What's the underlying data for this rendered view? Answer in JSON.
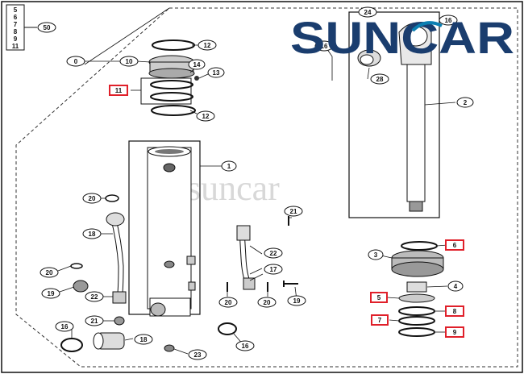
{
  "brand": {
    "logo_text": "SUNCAR",
    "logo_colors": {
      "primary": "#1a3d6e",
      "accent": "#0b7fb2"
    },
    "watermark": "suncar"
  },
  "legend_box": {
    "items": [
      "5",
      "6",
      "7",
      "8",
      "9",
      "11"
    ],
    "callout": "50"
  },
  "highlight_color": "#e0202a",
  "callouts": {
    "c0": "0",
    "c1": "1",
    "c2": "2",
    "c3": "3",
    "c4": "4",
    "c5": "5",
    "c6": "6",
    "c7": "7",
    "c8": "8",
    "c9": "9",
    "c10": "10",
    "c11": "11",
    "c12a": "12",
    "c12b": "12",
    "c13": "13",
    "c14": "14",
    "c16a": "16",
    "c16b": "16",
    "c16c": "16",
    "c16d": "16",
    "c17": "17",
    "c18a": "18",
    "c18b": "18",
    "c19a": "19",
    "c19b": "19",
    "c20a": "20",
    "c20b": "20",
    "c20c": "20",
    "c20d": "20",
    "c21a": "21",
    "c21b": "21",
    "c22a": "22",
    "c22b": "22",
    "c23": "23",
    "c24": "24",
    "c28": "28"
  }
}
